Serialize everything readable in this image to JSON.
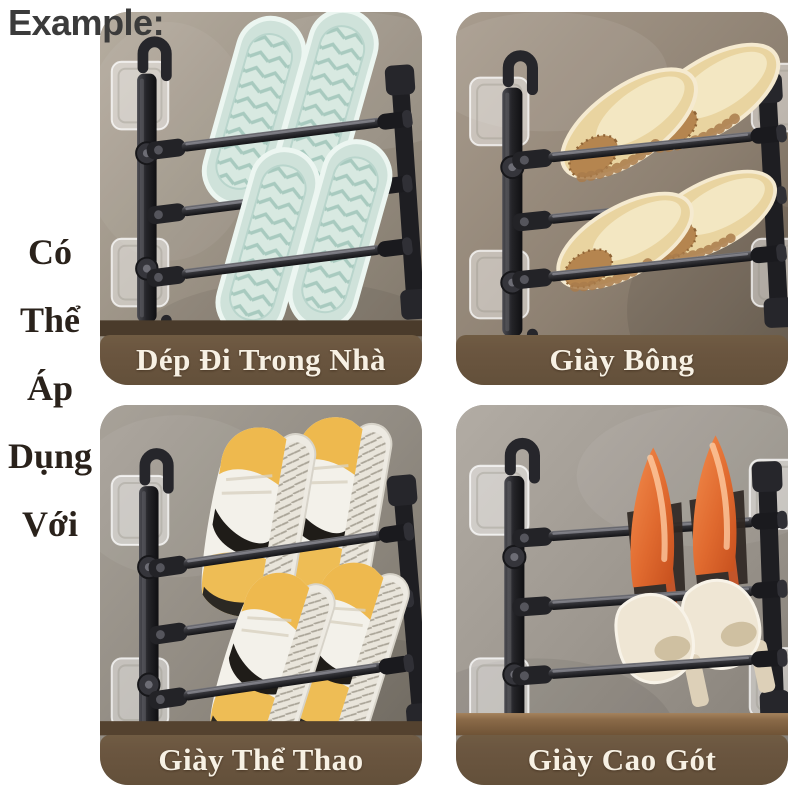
{
  "header": {
    "example_label": "Example:"
  },
  "side_caption": {
    "words": [
      "Có",
      "Thể",
      "Áp",
      "Dụng",
      "Với"
    ]
  },
  "tiles": [
    {
      "id": "indoor-slippers",
      "label": "Dép Đi Trong Nhà",
      "alt": "mint-green rubber slippers stored on black wall-mounted folding rack"
    },
    {
      "id": "cotton-shoes",
      "label": "Giày Bông",
      "alt": "beige plush cotton slippers stored on black wall-mounted folding rack"
    },
    {
      "id": "sport-shoes",
      "label": "Giày Thể Thao",
      "alt": "yellow and white sneakers stored on black wall-mounted folding rack"
    },
    {
      "id": "high-heels",
      "label": "Giày Cao Gót",
      "alt": "orange stiletto heels and cream pumps stored on black wall-mounted folding rack"
    }
  ],
  "colors": {
    "page_bg": "#ffffff",
    "banner_bg": "#6b5640",
    "banner_text": "#f7f1e4",
    "example_text": "#3b3b3b",
    "side_caption_text": "#2a221b",
    "rack_black": "#232327",
    "slipper_mint": "#cfe2da",
    "slipper_plush": "#e9d4a0",
    "sneaker_yellow": "#eeba50",
    "heel_orange": "#e06a2f",
    "heel_cream": "#efe6d4"
  }
}
